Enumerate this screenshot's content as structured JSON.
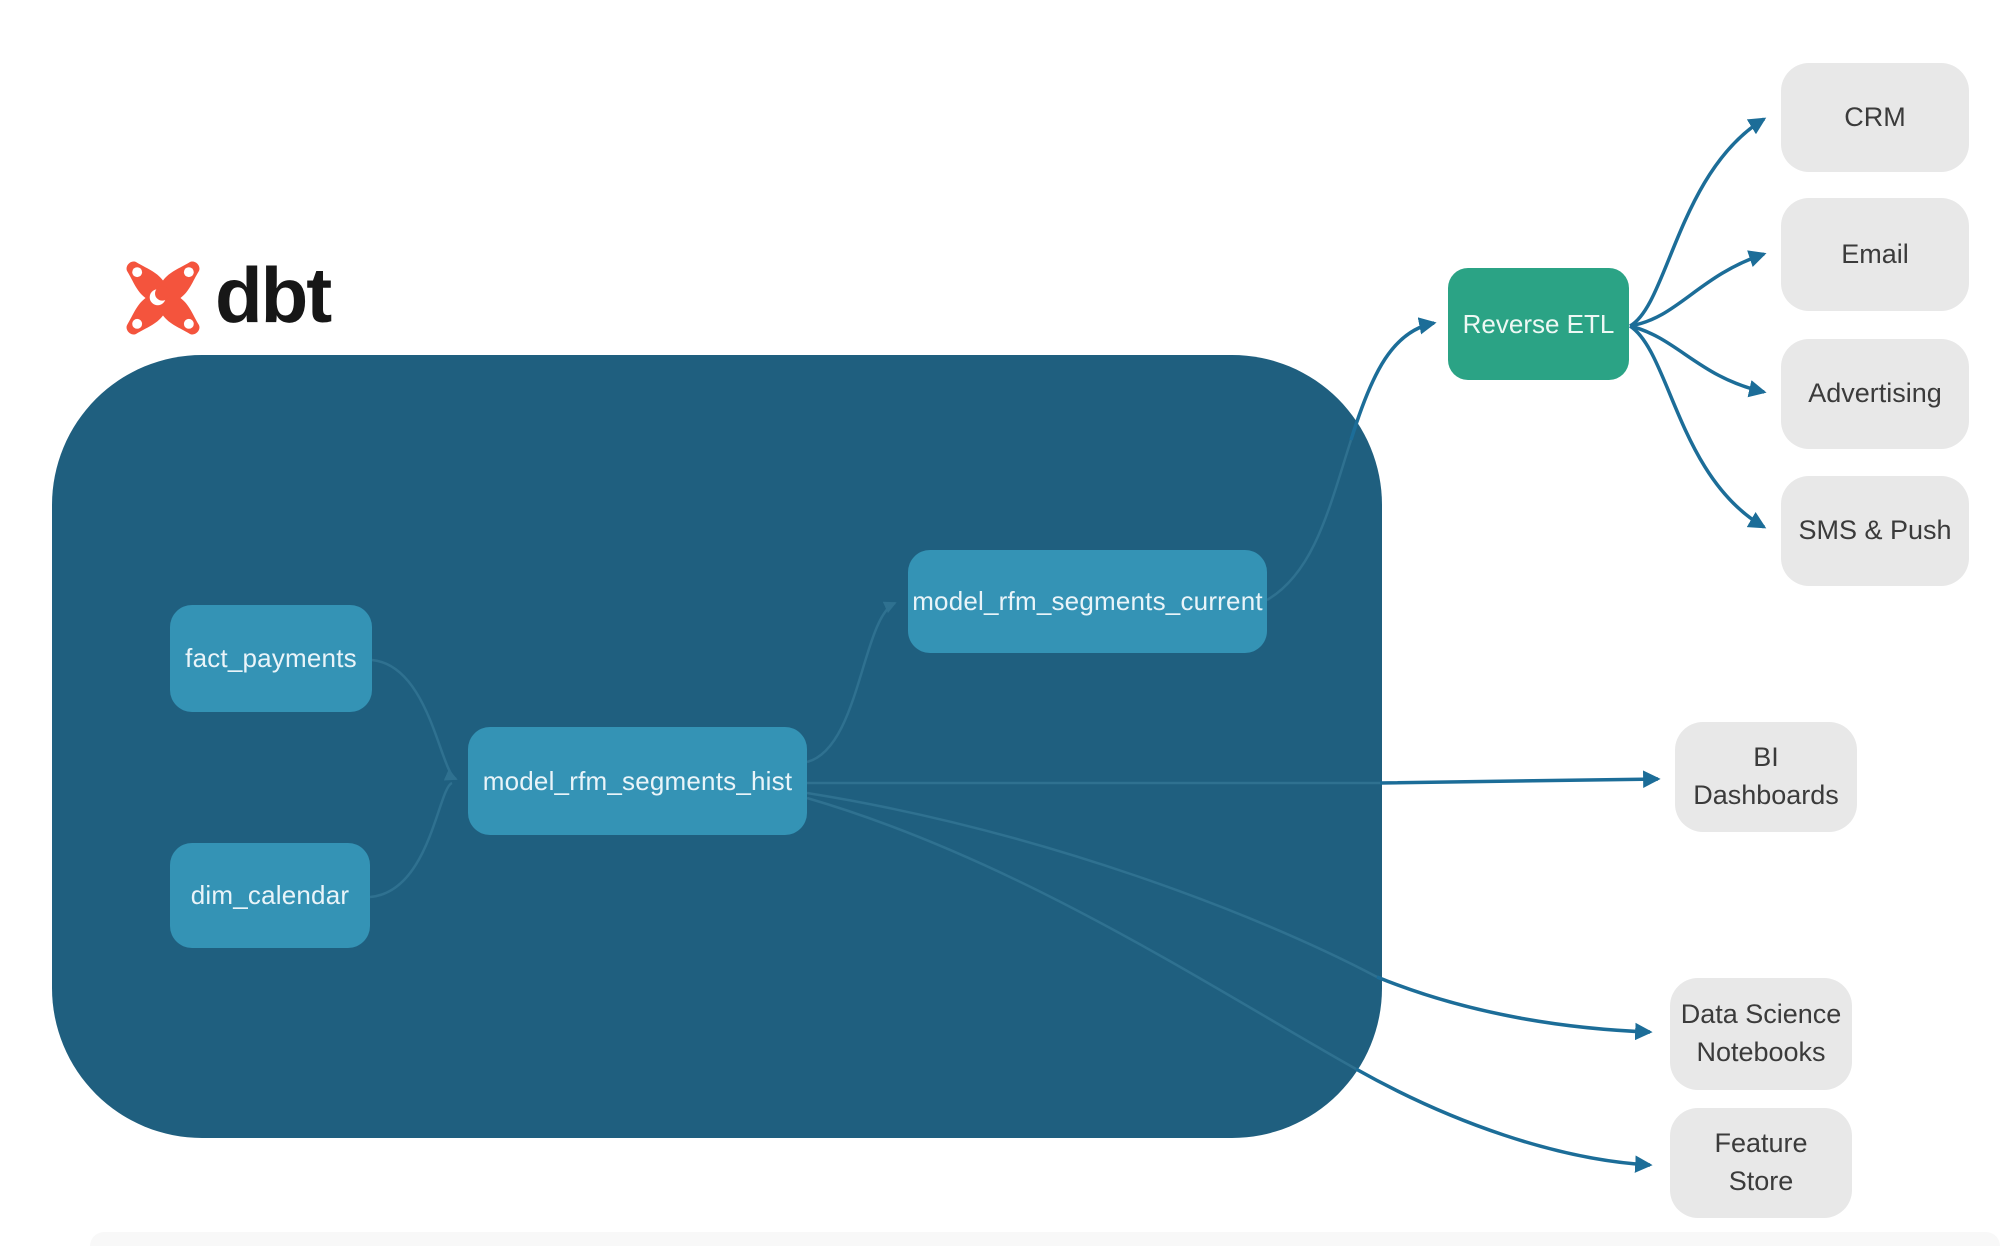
{
  "logo": {
    "text": "dbt",
    "icon": "dbt-star-icon"
  },
  "colors": {
    "container_bg": "#1F5F7F",
    "model_node_bg": "#3493B5",
    "reverse_etl_bg": "#2BA385",
    "destination_bg": "#E8E8E8",
    "destination_text": "#3B3B3B",
    "edge_outside": "#1C6D98",
    "edge_inside": "#2F7190",
    "logo_orange": "#F4543D"
  },
  "dbt_nodes": [
    {
      "id": "fact_payments",
      "label": "fact_payments"
    },
    {
      "id": "dim_calendar",
      "label": "dim_calendar"
    },
    {
      "id": "model_rfm_segments_hist",
      "label": "model_rfm_segments_hist"
    },
    {
      "id": "model_rfm_segments_current",
      "label": "model_rfm_segments_current"
    }
  ],
  "reverse_etl": {
    "label": "Reverse ETL"
  },
  "destinations": [
    {
      "id": "crm",
      "label": "CRM"
    },
    {
      "id": "email",
      "label": "Email"
    },
    {
      "id": "advertising",
      "label": "Advertising"
    },
    {
      "id": "sms_push",
      "label": "SMS & Push"
    },
    {
      "id": "bi_dashboards",
      "label": "BI Dashboards"
    },
    {
      "id": "data_science_notebooks",
      "label": "Data Science Notebooks"
    },
    {
      "id": "feature_store",
      "label": "Feature Store"
    }
  ],
  "edges": [
    {
      "from": "fact_payments",
      "to": "model_rfm_segments_hist"
    },
    {
      "from": "dim_calendar",
      "to": "model_rfm_segments_hist"
    },
    {
      "from": "model_rfm_segments_hist",
      "to": "model_rfm_segments_current"
    },
    {
      "from": "model_rfm_segments_current",
      "to": "Reverse ETL"
    },
    {
      "from": "Reverse ETL",
      "to": "CRM"
    },
    {
      "from": "Reverse ETL",
      "to": "Email"
    },
    {
      "from": "Reverse ETL",
      "to": "Advertising"
    },
    {
      "from": "Reverse ETL",
      "to": "SMS & Push"
    },
    {
      "from": "model_rfm_segments_hist",
      "to": "BI Dashboards"
    },
    {
      "from": "model_rfm_segments_hist",
      "to": "Data Science Notebooks"
    },
    {
      "from": "model_rfm_segments_hist",
      "to": "Feature Store"
    }
  ]
}
